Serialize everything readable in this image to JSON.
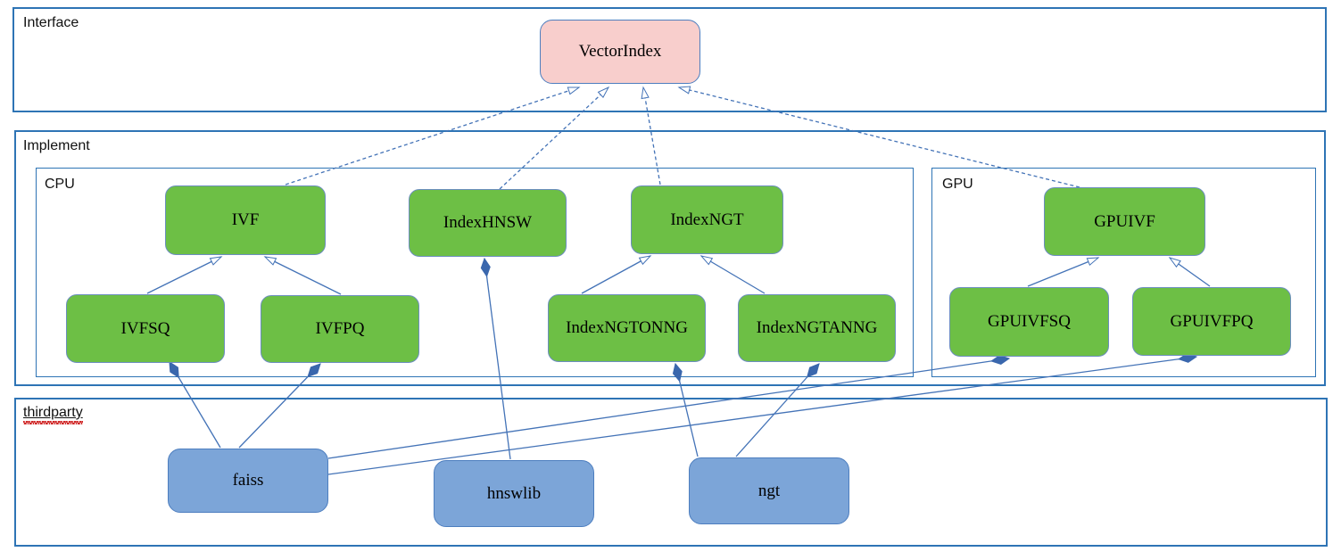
{
  "diagram": {
    "containers": {
      "interface": {
        "label": "Interface"
      },
      "implement": {
        "label": "Implement"
      },
      "cpu": {
        "label": "CPU"
      },
      "gpu": {
        "label": "GPU"
      },
      "thirdparty": {
        "label": "thirdparty"
      }
    },
    "nodes": {
      "vectorindex": {
        "label": "VectorIndex",
        "kind": "interface"
      },
      "ivf": {
        "label": "IVF",
        "kind": "cpu-class"
      },
      "indexhnsw": {
        "label": "IndexHNSW",
        "kind": "cpu-class"
      },
      "indexngt": {
        "label": "IndexNGT",
        "kind": "cpu-class"
      },
      "gpuivf": {
        "label": "GPUIVF",
        "kind": "gpu-class"
      },
      "ivfsq": {
        "label": "IVFSQ",
        "kind": "cpu-class"
      },
      "ivfpq": {
        "label": "IVFPQ",
        "kind": "cpu-class"
      },
      "indexngtonng": {
        "label": "IndexNGTONNG",
        "kind": "cpu-class"
      },
      "indexngtanng": {
        "label": "IndexNGTANNG",
        "kind": "cpu-class"
      },
      "gpuivfsq": {
        "label": "GPUIVFSQ",
        "kind": "gpu-class"
      },
      "gpuivfpq": {
        "label": "GPUIVFPQ",
        "kind": "gpu-class"
      },
      "faiss": {
        "label": "faiss",
        "kind": "thirdparty-lib"
      },
      "hnswlib": {
        "label": "hnswlib",
        "kind": "thirdparty-lib"
      },
      "ngt": {
        "label": "ngt",
        "kind": "thirdparty-lib"
      }
    },
    "relationships": [
      {
        "from": "IVF",
        "to": "VectorIndex",
        "type": "realization-dashed"
      },
      {
        "from": "IndexHNSW",
        "to": "VectorIndex",
        "type": "realization-dashed"
      },
      {
        "from": "IndexNGT",
        "to": "VectorIndex",
        "type": "realization-dashed"
      },
      {
        "from": "GPUIVF",
        "to": "VectorIndex",
        "type": "realization-dashed"
      },
      {
        "from": "IVFSQ",
        "to": "IVF",
        "type": "generalization"
      },
      {
        "from": "IVFPQ",
        "to": "IVF",
        "type": "generalization"
      },
      {
        "from": "IndexNGTONNG",
        "to": "IndexNGT",
        "type": "generalization"
      },
      {
        "from": "IndexNGTANNG",
        "to": "IndexNGT",
        "type": "generalization"
      },
      {
        "from": "GPUIVFSQ",
        "to": "GPUIVF",
        "type": "generalization"
      },
      {
        "from": "GPUIVFPQ",
        "to": "GPUIVF",
        "type": "generalization"
      },
      {
        "from": "faiss",
        "to": "IVFSQ",
        "type": "composition"
      },
      {
        "from": "faiss",
        "to": "IVFPQ",
        "type": "composition"
      },
      {
        "from": "faiss",
        "to": "GPUIVFSQ",
        "type": "composition"
      },
      {
        "from": "faiss",
        "to": "GPUIVFPQ",
        "type": "composition"
      },
      {
        "from": "hnswlib",
        "to": "IndexHNSW",
        "type": "composition"
      },
      {
        "from": "ngt",
        "to": "IndexNGTONNG",
        "type": "composition"
      },
      {
        "from": "ngt",
        "to": "IndexNGTANNG",
        "type": "composition"
      }
    ],
    "colors": {
      "container_border": "#2e74b5",
      "edge_blue": "#4473b7",
      "class_green_fill": "#6dbf45",
      "class_green_border": "#6c8ebf",
      "interface_pink_fill": "#f8cecc",
      "lib_blue_fill": "#7ca5d8",
      "node_border_blue": "#4d7ebf",
      "spellcheck_red": "#cc1111"
    }
  }
}
